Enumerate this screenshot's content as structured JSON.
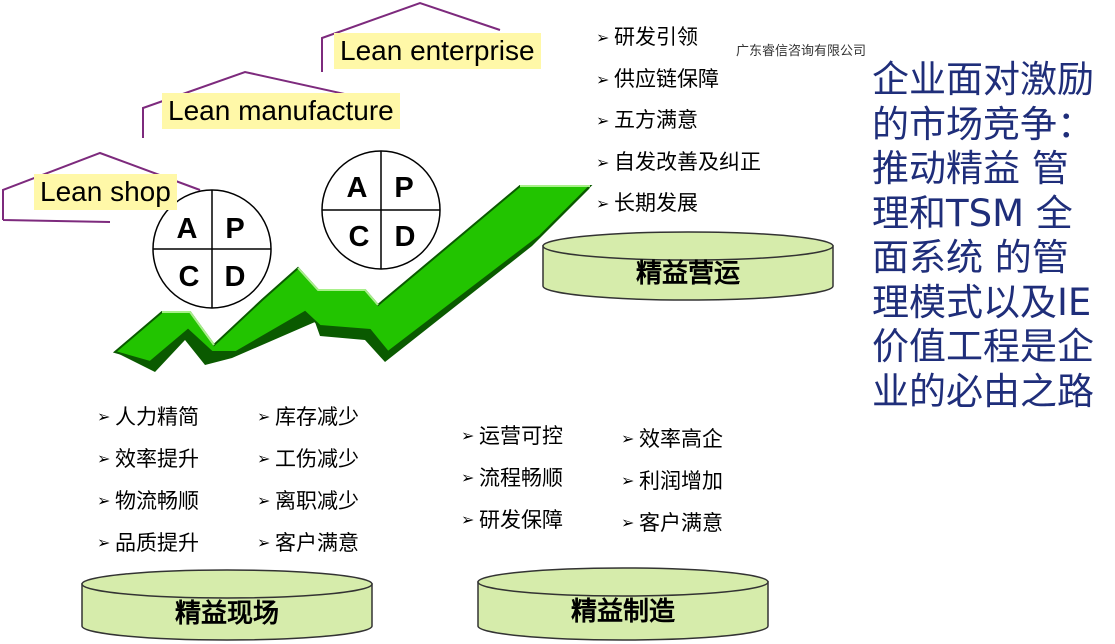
{
  "company": "广东睿信咨询有限公司",
  "headline": "企业面对激励的市场竞争：推动精益 管理和TSM 全面系统 的管理模式以及IE价值工程是企业的必由之路",
  "levels": [
    {
      "label": "Lean shop"
    },
    {
      "label": "Lean manufacture"
    },
    {
      "label": "Lean enterprise"
    }
  ],
  "apcd_circles": [
    {
      "quadrants": [
        "A",
        "P",
        "C",
        "D"
      ]
    },
    {
      "quadrants": [
        "A",
        "P",
        "C",
        "D"
      ]
    }
  ],
  "platforms": {
    "operations": "精益营运",
    "site": "精益现场",
    "manufacturing": "精益制造"
  },
  "operations_bullets": [
    "研发引领",
    "供应链保障",
    "五方满意",
    "自发改善及纠正",
    "长期发展"
  ],
  "site_bullets_left": [
    "人力精简",
    "效率提升",
    "物流畅顺",
    "品质提升"
  ],
  "site_bullets_right": [
    "库存减少",
    "工伤减少",
    "离职减少",
    "客户满意"
  ],
  "mfg_bullets_left": [
    "运营可控",
    "流程畅顺",
    "研发保障"
  ],
  "mfg_bullets_right": [
    "效率高企",
    "利润增加",
    "客户满意"
  ],
  "colors": {
    "arrow_green": "#22c400",
    "arrow_dark": "#0a5a00",
    "platform_fill": "#d6ecab",
    "roof_line": "#7d2a7d",
    "label_bg": "#fff8a8",
    "headline": "#1f2e7a"
  },
  "icons": {
    "bullet": "arrowhead-icon"
  }
}
